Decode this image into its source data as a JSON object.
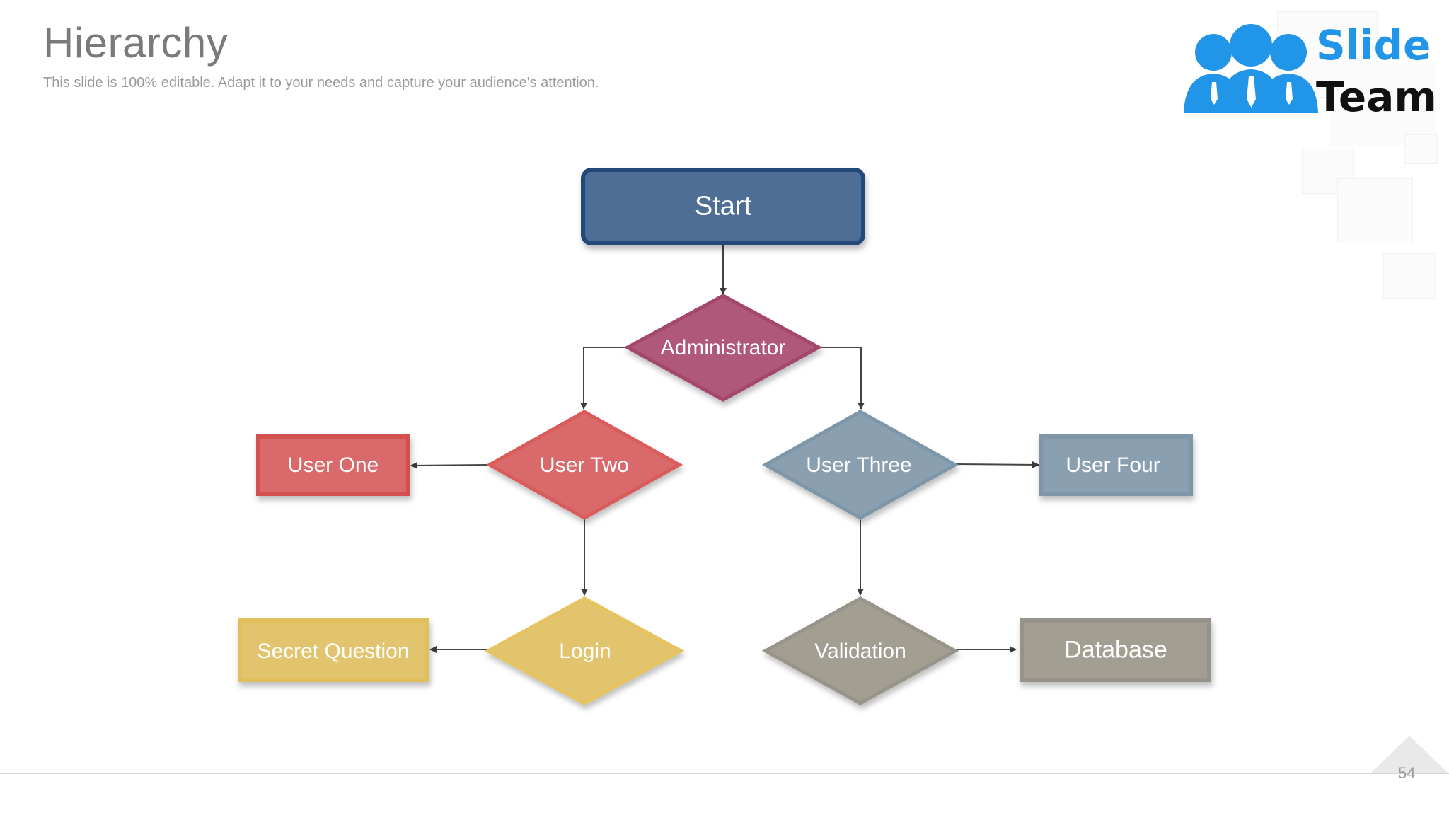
{
  "slide": {
    "title": "Hierarchy",
    "subtitle": "This slide is 100% editable. Adapt it to your needs and capture your audience's attention.",
    "page_number": "54"
  },
  "logo": {
    "line1": "Slide",
    "line2": "Team"
  },
  "colors": {
    "start": "#4f6e96",
    "administrator": "#b0587a",
    "red": "#d9696a",
    "steel": "#8aa0b0",
    "yellow": "#e2c46e",
    "gray": "#a29e92"
  },
  "nodes": {
    "start": "Start",
    "administrator": "Administrator",
    "user_one": "User One",
    "user_two": "User Two",
    "user_three": "User Three",
    "user_four": "User Four",
    "secret_question": "Secret Question",
    "login": "Login",
    "validation": "Validation",
    "database": "Database"
  }
}
